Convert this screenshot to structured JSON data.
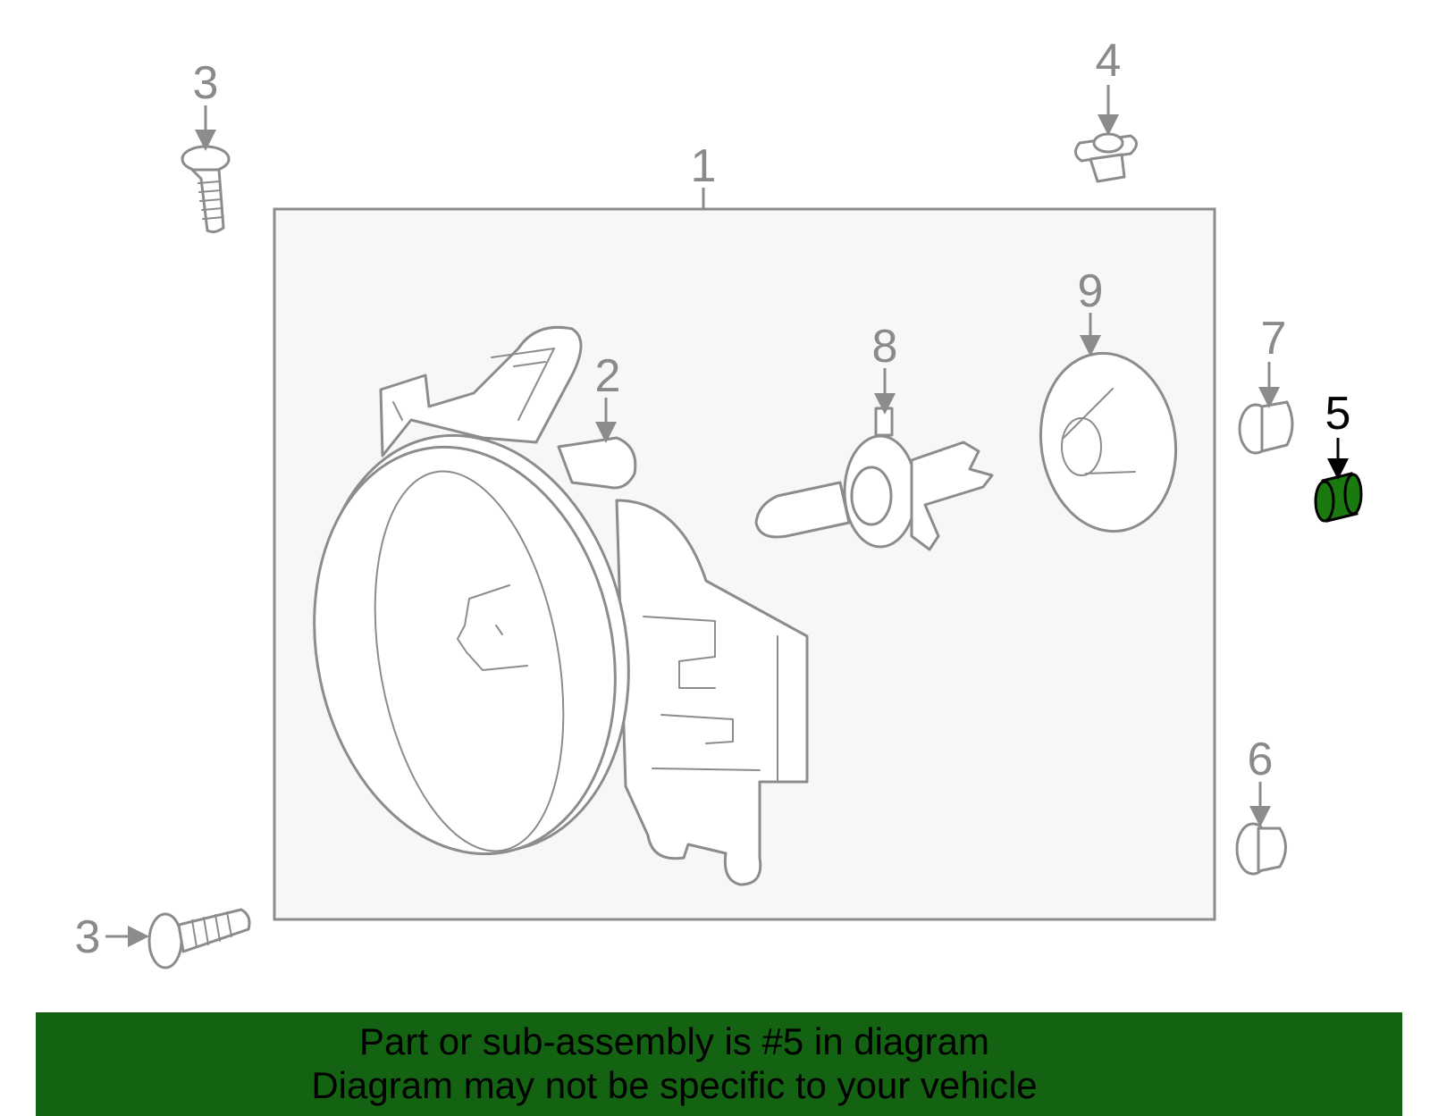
{
  "callouts": {
    "c1": "1",
    "c2": "2",
    "c3_top": "3",
    "c3_bottom": "3",
    "c4": "4",
    "c5": "5",
    "c6": "6",
    "c7": "7",
    "c8": "8",
    "c9": "9"
  },
  "selected_part": "5",
  "colors": {
    "highlight": "#1a7a10",
    "banner_bg": "#136312",
    "assembly_box_fill": "#f7f7f7",
    "line": "#8c8c8c"
  },
  "banner": {
    "line1": "Part or sub-assembly is #5 in diagram",
    "line2": "Diagram may not be specific to your vehicle"
  }
}
